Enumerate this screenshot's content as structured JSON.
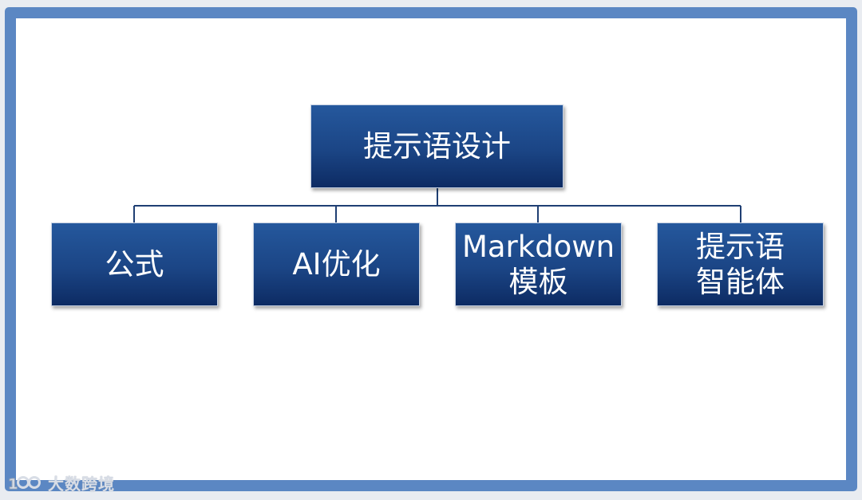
{
  "diagram": {
    "root": {
      "label": "提示语设计"
    },
    "children": [
      {
        "label": "公式"
      },
      {
        "label": "AI优化"
      },
      {
        "label": "Markdown\n模板"
      },
      {
        "label": "提示语\n智能体"
      }
    ],
    "colors": {
      "frame": "#5b87c3",
      "box_top": "#25589d",
      "box_bottom": "#0d2b63",
      "connector": "#1f3f73",
      "text": "#ffffff"
    }
  },
  "watermark": {
    "text": "大数跨境",
    "icon": "logo-icon"
  }
}
